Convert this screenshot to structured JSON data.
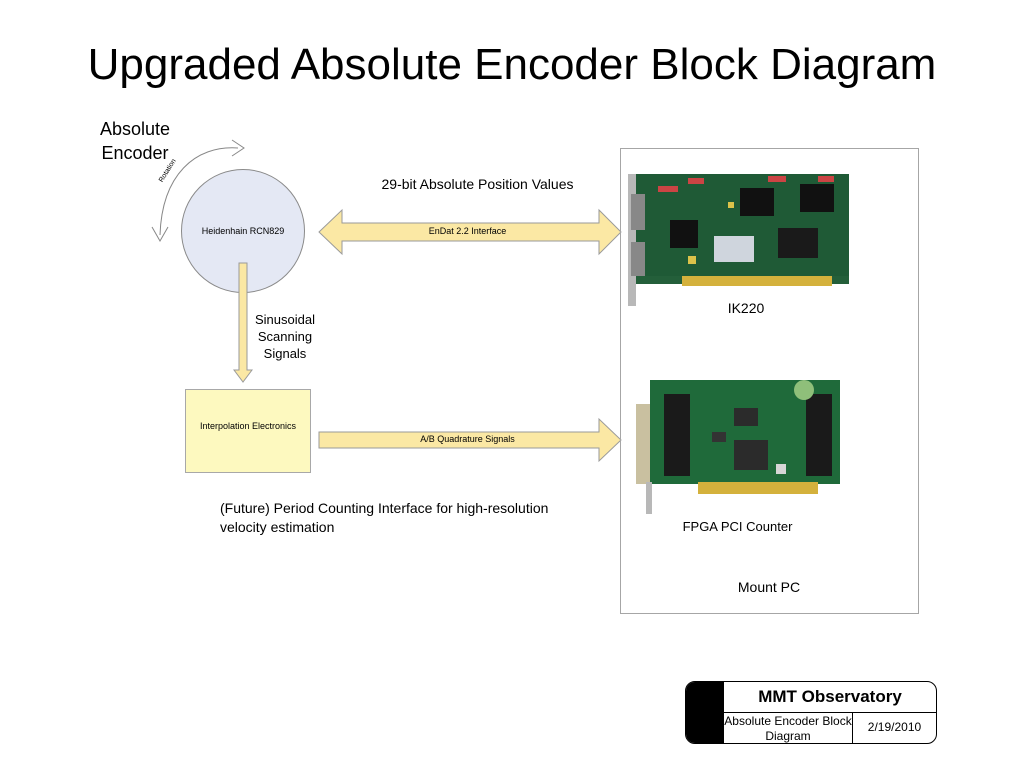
{
  "title": "Upgraded Absolute Encoder Block Diagram",
  "encoder": {
    "label": "Absolute Encoder",
    "rotation_label": "Rotation",
    "device_name": "Heidenhain RCN829",
    "fill_color": "#e4e8f4"
  },
  "interpolation": {
    "name": "Interpolation Electronics",
    "fill_color": "#fdf9bf"
  },
  "links": {
    "position_values_label": "29-bit Absolute Position Values",
    "endat_label": "EnDat 2.2 Interface",
    "sinusoidal_label": "Sinusoidal Scanning Signals",
    "ab_label": "A/B Quadrature Signals",
    "arrow_fill_color": "#fbe8a4"
  },
  "future_note": "(Future) Period Counting Interface for high-resolution velocity estimation",
  "mount_pc": {
    "label": "Mount PC",
    "ik_label": "IK220",
    "fpga_label": "FPGA PCI Counter"
  },
  "title_block": {
    "organization": "MMT Observatory",
    "description": "Absolute Encoder Block Diagram",
    "date": "2/19/2010"
  }
}
